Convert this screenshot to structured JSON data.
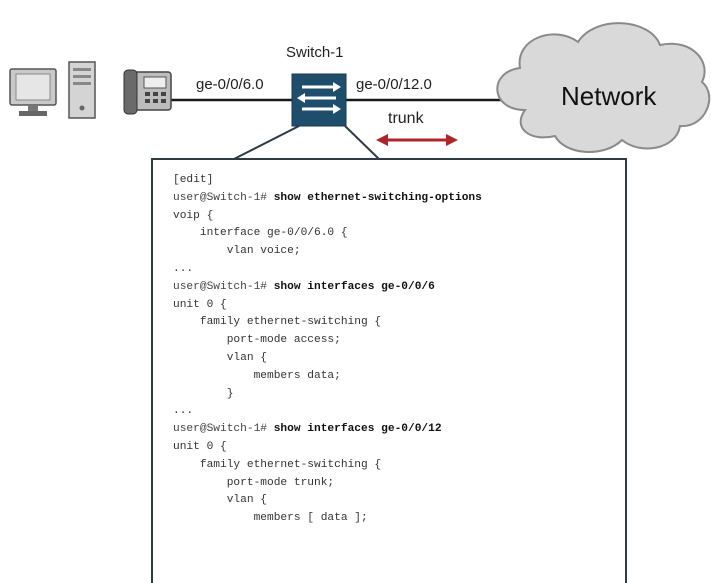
{
  "diagram": {
    "switch_label": "Switch-1",
    "left_port": "ge-0/0/6.0",
    "right_port": "ge-0/0/12.0",
    "trunk_label": "trunk",
    "network_label": "Network"
  },
  "terminal": {
    "lines": [
      {
        "type": "text",
        "indent": "",
        "text": "[edit]"
      },
      {
        "type": "cmd",
        "indent": "",
        "prompt": "user@Switch-1# ",
        "command": "show ethernet-switching-options"
      },
      {
        "type": "text",
        "indent": "",
        "text": "voip {"
      },
      {
        "type": "text",
        "indent": "    ",
        "text": "interface ge-0/0/6.0 {"
      },
      {
        "type": "text",
        "indent": "        ",
        "text": "vlan voice;"
      },
      {
        "type": "text",
        "indent": "",
        "text": "..."
      },
      {
        "type": "cmd",
        "indent": "",
        "prompt": "user@Switch-1# ",
        "command": "show interfaces ge-0/0/6"
      },
      {
        "type": "text",
        "indent": "",
        "text": "unit 0 {"
      },
      {
        "type": "text",
        "indent": "    ",
        "text": "family ethernet-switching {"
      },
      {
        "type": "text",
        "indent": "        ",
        "text": "port-mode access;"
      },
      {
        "type": "text",
        "indent": "        ",
        "text": "vlan {"
      },
      {
        "type": "text",
        "indent": "            ",
        "text": "members data;"
      },
      {
        "type": "text",
        "indent": "        ",
        "text": "}"
      },
      {
        "type": "text",
        "indent": "",
        "text": "..."
      },
      {
        "type": "cmd",
        "indent": "",
        "prompt": "user@Switch-1# ",
        "command": "show interfaces ge-0/0/12"
      },
      {
        "type": "text",
        "indent": "",
        "text": "unit 0 {"
      },
      {
        "type": "text",
        "indent": "    ",
        "text": "family ethernet-switching {"
      },
      {
        "type": "text",
        "indent": "        ",
        "text": "port-mode trunk;"
      },
      {
        "type": "text",
        "indent": "        ",
        "text": "vlan {"
      },
      {
        "type": "text",
        "indent": "            ",
        "text": "members [ data ];"
      }
    ]
  },
  "colors": {
    "switch_fill": "#1f4e6c",
    "trunk_arrow": "#b0252a",
    "cloud_fill": "#d9d9d9",
    "line": "#1a1a1a",
    "callout_border": "#2e3a44"
  }
}
